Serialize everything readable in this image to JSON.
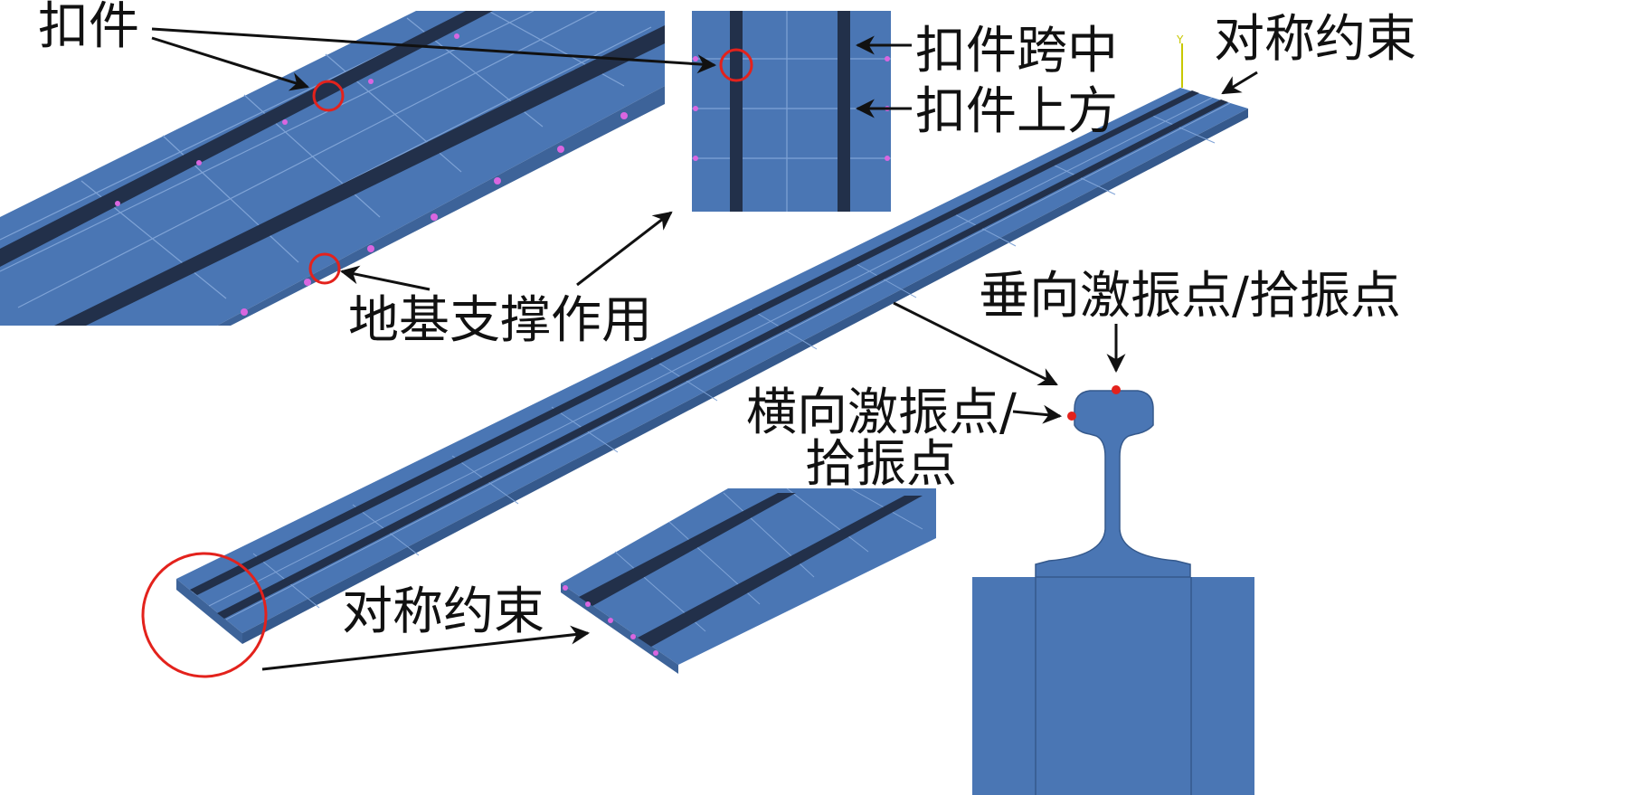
{
  "labels": {
    "fastener": "扣件",
    "fastener_midspan": "扣件跨中",
    "above_fastener": "扣件上方",
    "symmetric_constraint_top": "对称约束",
    "foundation_support": "地基支撑作用",
    "vertical_point": "垂向激振点/拾振点",
    "lateral_point_line1": "横向激振点/",
    "lateral_point_line2": "拾振点",
    "symmetric_constraint_bottom": "对称约束",
    "axis_y": "Y"
  },
  "colors": {
    "slab": "#4a76b4",
    "slab_side": "#3d6399",
    "mesh_line": "#7fa3d6",
    "rail": "#22304a",
    "support_node": "#d966e0",
    "marker": "#e3221c",
    "arrow": "#111111",
    "axis": "#c8c800"
  }
}
